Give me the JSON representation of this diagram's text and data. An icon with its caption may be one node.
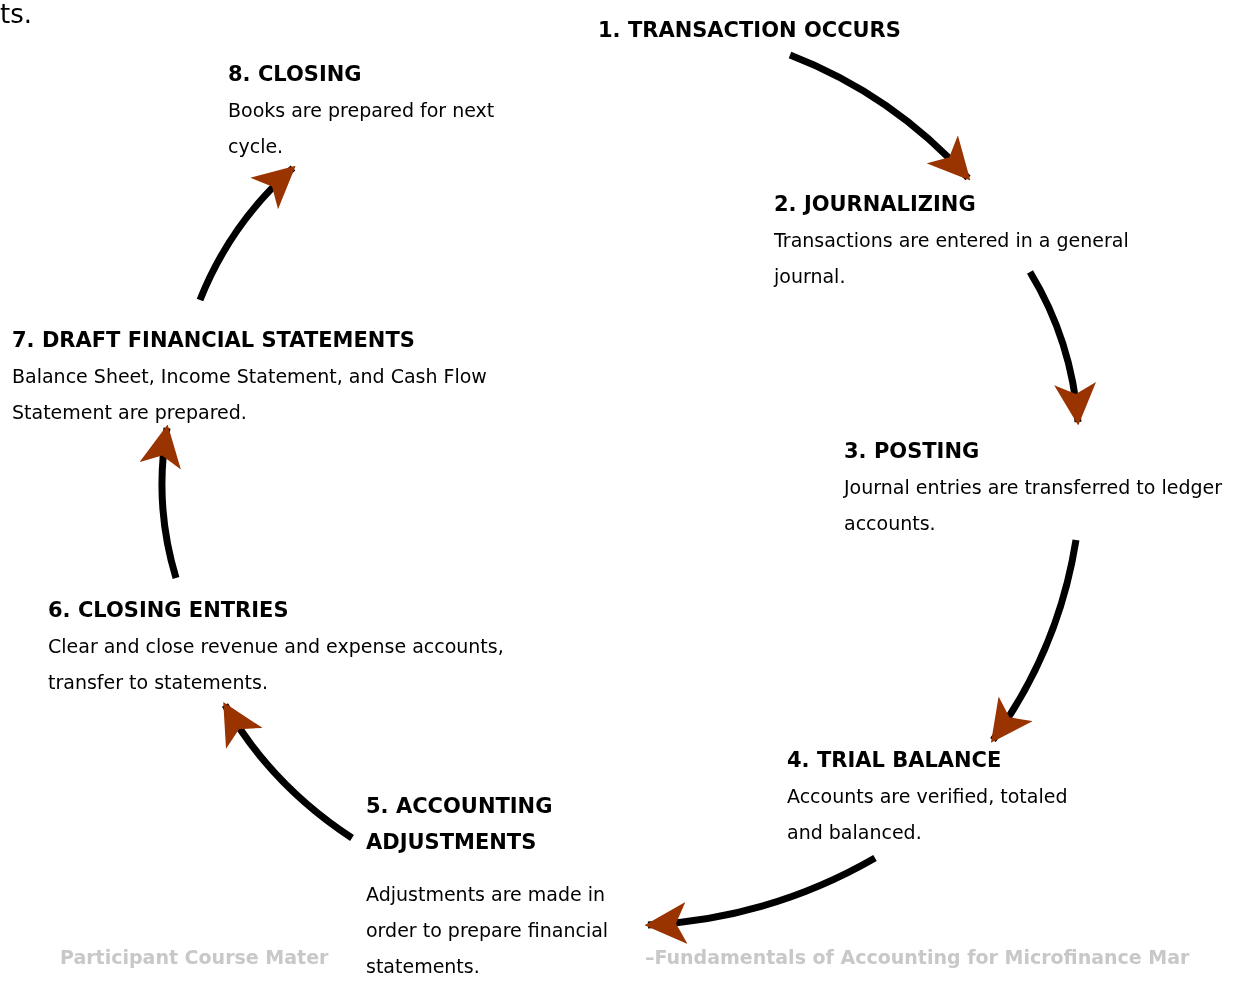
{
  "diagram": {
    "nodes": [
      {
        "text": [
          "1. TRANSACTION OCCURS"
        ]
      },
      {
        "text": [
          "2. JOURNALIZING",
          "Transactions are entered in a general journal."
        ]
      },
      {
        "text": [
          "3. POSTING",
          "Journal entries are transferred to ledger accounts."
        ]
      },
      {
        "text": [
          "4. TRIAL BALANCE",
          "Accounts are verified, totaled and balanced."
        ]
      },
      {
        "text": [
          "5. ACCOUNTING ADJUSTMENTS",
          "Adjustments are made in order to prepare financial statements."
        ]
      },
      {
        "text": [
          "6. CLOSING ENTRIES",
          "Clear and close revenue and expense accounts, transfer to statements."
        ]
      },
      {
        "text": [
          "7. DRAFT FINANCIAL STATEMENTS",
          "Balance Sheet, Income Statement, and Cash Flow Statement are prepared."
        ]
      },
      {
        "text": [
          "8. CLOSING",
          "Books are prepared for next cycle."
        ]
      }
    ],
    "edges": [
      {
        "from": 0,
        "to": 1,
        "arrow": "to"
      },
      {
        "from": 1,
        "to": 2,
        "arrow": "to"
      },
      {
        "from": 2,
        "to": 3,
        "arrow": "to"
      },
      {
        "from": 3,
        "to": 4,
        "arrow": "to"
      },
      {
        "from": 4,
        "to": 5,
        "arrow": "to"
      },
      {
        "from": 5,
        "to": 6,
        "arrow": "to"
      },
      {
        "from": 6,
        "to": 7,
        "arrow": "to"
      }
    ],
    "labels": [
      "ts.",
      "Participant Course Mater",
      "–Fundamentals of Accounting for Microfinance Mar"
    ]
  }
}
